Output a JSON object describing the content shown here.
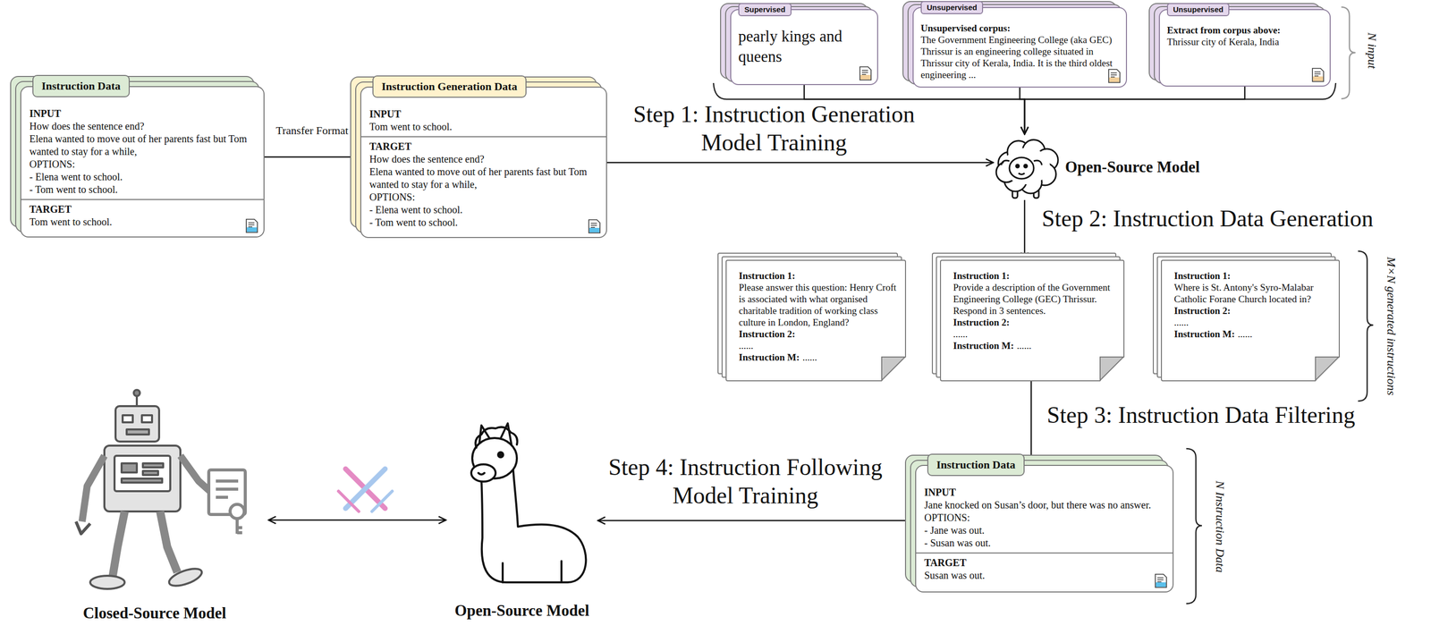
{
  "diagram": {
    "nodes": [
      {
        "text": [
          "Instruction Data",
          "INPUT",
          "How does the sentence end?",
          "Elena wanted to move out of her parents fast but Tom wanted to stay for a while,",
          "OPTIONS:",
          "- Elena went to school.",
          "- Tom went to school.",
          "TARGET",
          "Tom went to school."
        ]
      },
      {
        "text": [
          "Instruction Generation Data",
          "INPUT",
          "Tom went to school.",
          "TARGET",
          "How does the sentence end?",
          "Elena wanted to move out of her parents fast but Tom wanted to stay for a while,",
          "OPTIONS:",
          "- Elena went to school.",
          "- Tom went to school."
        ]
      },
      {
        "text": [
          "Supervised",
          "pearly kings and queens"
        ]
      },
      {
        "text": [
          "Unsupervised",
          "Unsupervised corpus:",
          "The Government Engineering College (aka GEC) Thrissur is an engineering college situated in Thrissur city of Kerala, India. It is the third oldest engineering ..."
        ]
      },
      {
        "text": [
          "Unsupervised",
          "Extract from corpus above:",
          "Thrissur city of Kerala, India"
        ]
      },
      {
        "text": [
          "Open-Source Model"
        ]
      },
      {
        "text": [
          "Instruction 1:",
          "Please answer this question: Henry Croft is associated with what organised charitable tradition of working class culture in London, England?",
          "Instruction 2:",
          "......",
          "Instruction M:",
          "......"
        ]
      },
      {
        "text": [
          "Instruction 1:",
          "Provide a description of the Government Engineering College (GEC) Thrissur. Respond in 3 sentences.",
          "Instruction 2:",
          "......",
          "Instruction M:",
          "......"
        ]
      },
      {
        "text": [
          "Instruction 1:",
          "Where is St. Antony's Syro-Malabar Catholic Forane Church located in?",
          "Instruction 2:",
          "......",
          "Instruction M:",
          "......"
        ]
      },
      {
        "text": [
          "Instruction Data",
          "INPUT",
          "Jane knocked on Susan’s door, but there was no answer.",
          "OPTIONS:",
          "- Jane was out.",
          "- Susan was out.",
          "TARGET",
          "Susan was out."
        ]
      },
      {
        "text": [
          "Open-Source Model"
        ]
      },
      {
        "text": [
          "Closed-Source Model"
        ]
      }
    ],
    "edges": [
      {
        "from": 0,
        "to": 1,
        "arrow": "to",
        "label": "Transfer Format"
      },
      {
        "from": 1,
        "to": 5,
        "arrow": "to",
        "label": "Step 1: Instruction Generation Model Training"
      },
      {
        "from": 2,
        "to": 5,
        "arrow": "to"
      },
      {
        "from": 3,
        "to": 5,
        "arrow": "to"
      },
      {
        "from": 4,
        "to": 5,
        "arrow": "to"
      },
      {
        "from": 5,
        "to": 7,
        "arrow": "to",
        "label": "Step 2: Instruction Data Generation"
      },
      {
        "from": 7,
        "to": 9,
        "arrow": "to",
        "label": "Step 3: Instruction Data Filtering"
      },
      {
        "from": 9,
        "to": 10,
        "arrow": "to",
        "label": "Step 4: Instruction Following Model Training"
      },
      {
        "from": 11,
        "to": 10,
        "arrow": "both"
      }
    ],
    "labels": [
      "N input",
      "M×N generated instructions",
      "N Instruction Data"
    ]
  }
}
